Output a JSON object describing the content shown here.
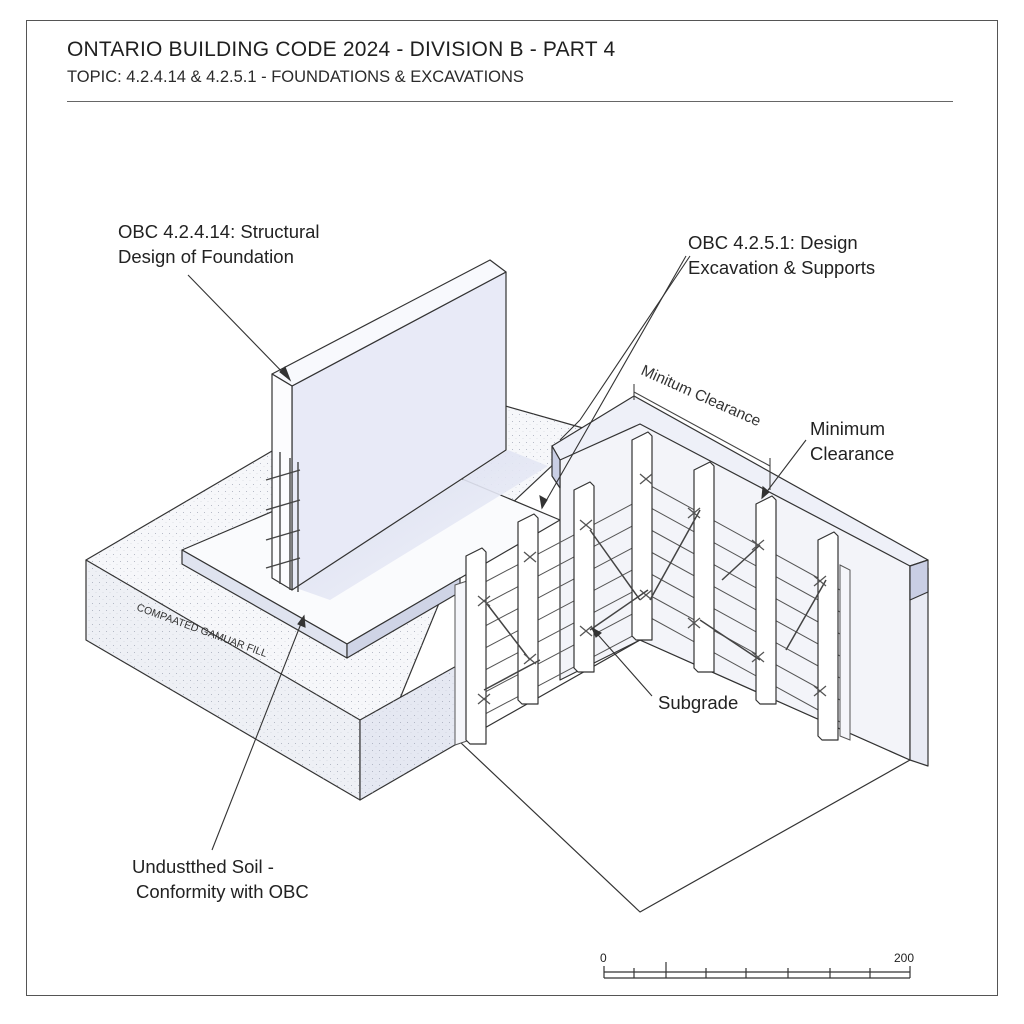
{
  "header": {
    "title": "ONTARIO BUILDING CODE 2024 - DIVISION B - PART 4",
    "subtitle": "TOPIC: 4.2.4.14 & 4.2.5.1 - FOUNDATIONS & EXCAVATIONS"
  },
  "callouts": {
    "structural_line1": "OBC 4.2.4.14: Structural",
    "structural_line2": "Design of Foundation",
    "design_line1": "OBC 4.2.5.1: Design",
    "design_line2": "Excavation & Supports",
    "min_clearance_dim": "Minitum Clearance",
    "min_clearance_line1": "Minimum",
    "min_clearance_line2": "Clearance",
    "subgrade": "Subgrade",
    "soil_line1": "Undustthed Soil -",
    "soil_line2": "Conformity with OBC",
    "fill": "COMPAATED GAMUAR FILL"
  },
  "scale_bar": {
    "start": "0",
    "end": "200"
  },
  "colors": {
    "wall_face": "#e6e9f6",
    "wall_shade": "#c9cfe6",
    "soil": "#eef0f5",
    "line": "#333333"
  }
}
